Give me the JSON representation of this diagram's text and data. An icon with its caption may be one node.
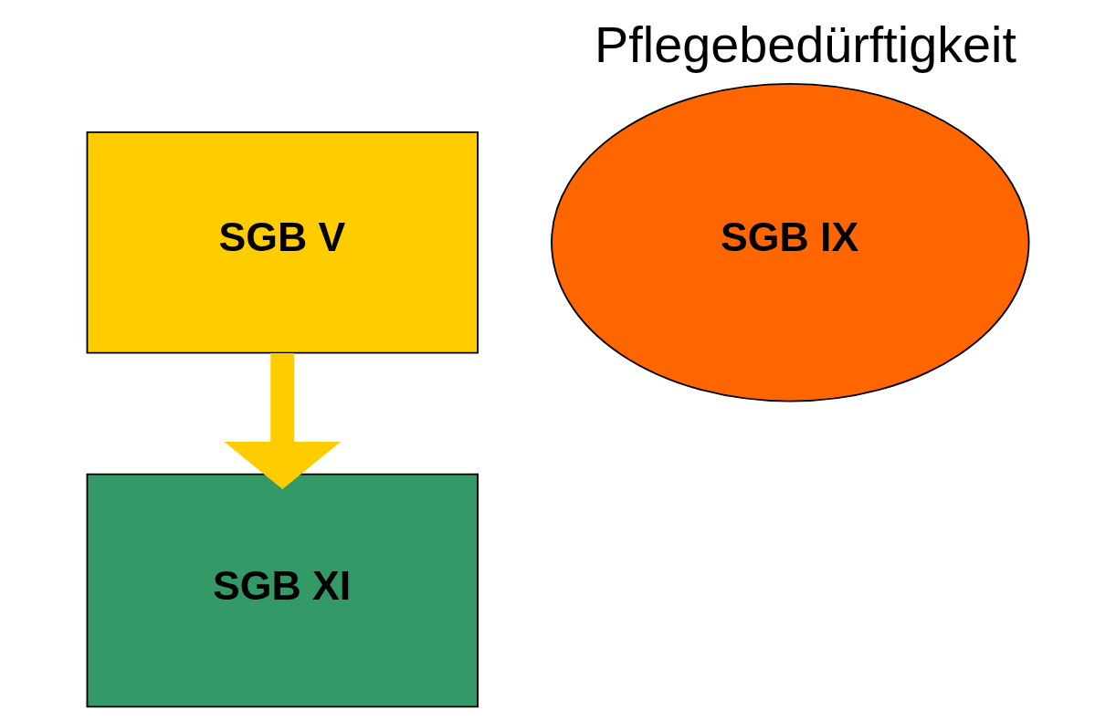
{
  "diagram": {
    "title": "Pflegebedürftigkeit",
    "nodes": [
      {
        "text": [
          "SGB V"
        ]
      },
      {
        "text": [
          "SGB XI"
        ]
      },
      {
        "text": [
          "SGB IX"
        ]
      }
    ],
    "edges": [
      {
        "from": 0,
        "to": 1,
        "arrow": "to",
        "color": "#ffcc00"
      }
    ]
  }
}
